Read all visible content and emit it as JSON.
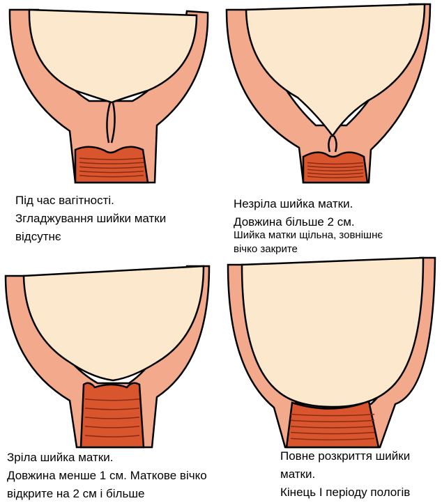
{
  "colors": {
    "wall": "#f2a98c",
    "cavity": "#fce8cc",
    "cervix": "#d9552e",
    "cervix_lines": "#8a2a12",
    "outline": "#000000"
  },
  "panels": [
    {
      "caption_lines": [
        "Під час вагітності.",
        "Згладжування шийки матки",
        "відсутнє"
      ]
    },
    {
      "caption_lines": [
        "Незріла шийка матки.",
        "Довжина більше 2 см."
      ],
      "caption_small_lines": [
        "Шийка матки щільна, зовнішнє",
        "вічко закрите"
      ]
    },
    {
      "caption_lines": [
        "Зріла шийка матки.",
        "Довжина менше 1 см. Маткове вічко",
        "відкрите на 2 см і більше"
      ]
    },
    {
      "caption_lines": [
        "Повне розкриття шийки",
        "матки.",
        "Кінець I періоду пологів"
      ]
    }
  ]
}
